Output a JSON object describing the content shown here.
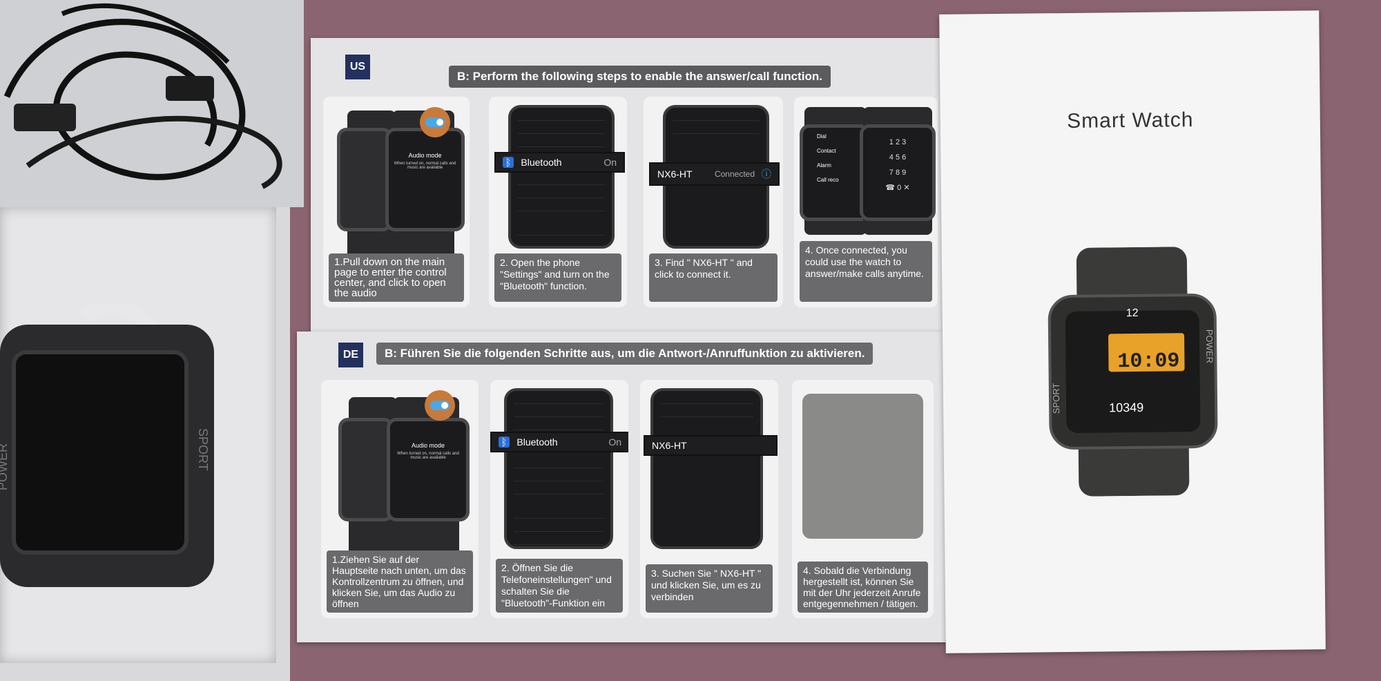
{
  "us_sheet": {
    "flag": "US",
    "banner": "B: Perform the following steps to enable the answer/call function.",
    "steps": [
      {
        "caption": "1.Pull down on the main page to enter the control center, and click to open the audio",
        "watch_title": "Audio mode",
        "watch_text": "When turned on, normal calls and music are available"
      },
      {
        "caption": "2. Open the phone \"Settings\" and turn on the \"Bluetooth\" function.",
        "highlight": "Bluetooth",
        "highlight_state": "On"
      },
      {
        "caption": "3. Find \" NX6-HT \" and click to connect it.",
        "highlight": "NX6-HT",
        "highlight_state": "Connected"
      },
      {
        "caption": "4. Once connected, you could use the watch to answer/make calls anytime.",
        "menu": [
          "Dial",
          "Contact",
          "Alarm",
          "Call reco"
        ]
      }
    ]
  },
  "de_sheet": {
    "flag": "DE",
    "banner": "B: Führen Sie die folgenden Schritte aus, um die Antwort-/Anruffunktion zu aktivieren.",
    "steps": [
      {
        "caption": "1.Ziehen Sie auf der Hauptseite nach unten, um das Kontrollzentrum zu öffnen, und klicken Sie, um das Audio zu öffnen",
        "watch_title": "Audio mode",
        "watch_text": "When turned on, normal calls and music are available"
      },
      {
        "caption": "2. Öffnen Sie die Telefoneinstellungen\" und schalten Sie die \"Bluetooth\"-Funktion ein",
        "highlight": "Bluetooth",
        "highlight_state": "On"
      },
      {
        "caption": "3. Suchen Sie \" NX6-HT \" und klicken Sie, um es zu verbinden",
        "highlight": "NX6-HT"
      },
      {
        "caption": "4. Sobald die Verbindung hergestellt ist, können Sie mit der Uhr jederzeit Anrufe entgegennehmen / tätigen."
      }
    ]
  },
  "manual": {
    "title": "Smart Watch",
    "watch_time": "10:09",
    "watch_hour_mark": "12",
    "watch_steps": "10349",
    "watch_left": "SPORT",
    "watch_right": "POWER"
  },
  "box_watch": {
    "left": "POWER",
    "right": "SPORT"
  },
  "colors": {
    "background": "#8a6470",
    "banner": "#5b5b5d",
    "flag": "#24305e",
    "bubble": "#c87a3a",
    "watch_display": "#e8a22a"
  }
}
